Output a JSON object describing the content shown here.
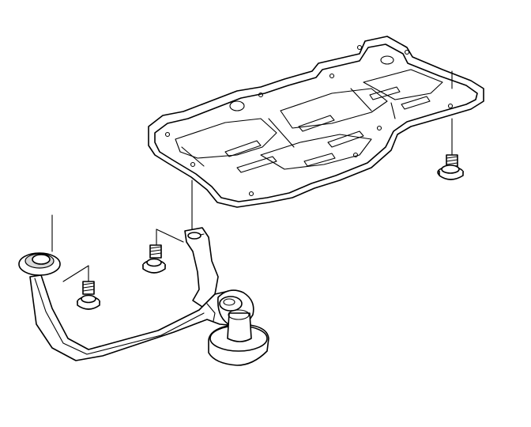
{
  "diagram": {
    "parts": [
      {
        "name": "oil-pan-gasket-plate"
      },
      {
        "name": "suction-pipe"
      },
      {
        "name": "pickup-strainer"
      },
      {
        "name": "bolt"
      }
    ],
    "line_color": "#000000",
    "background": "#ffffff"
  }
}
